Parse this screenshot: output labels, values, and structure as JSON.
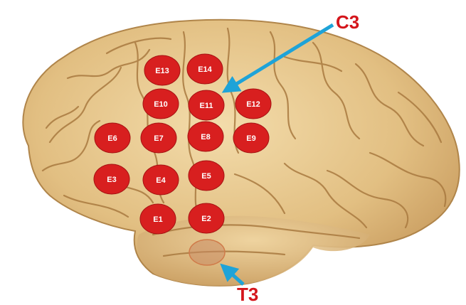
{
  "colors": {
    "brain_fill": "#e2bf82",
    "brain_light": "#f1d7a2",
    "brain_shadow": "#b98c4f",
    "sulcus": "#a97a40",
    "electrode": "#d81f1f",
    "electrode_text": "#ffffff",
    "arrow": "#1ea3d8",
    "callout_text": "#d4151b",
    "t3_marker": "#c98a63"
  },
  "electrodes": [
    {
      "label": "E13"
    },
    {
      "label": "E14"
    },
    {
      "label": "E10"
    },
    {
      "label": "E11"
    },
    {
      "label": "E12"
    },
    {
      "label": "E6"
    },
    {
      "label": "E7"
    },
    {
      "label": "E8"
    },
    {
      "label": "E9"
    },
    {
      "label": "E3"
    },
    {
      "label": "E4"
    },
    {
      "label": "E5"
    },
    {
      "label": "E1"
    },
    {
      "label": "E2"
    }
  ],
  "callouts": {
    "c3": {
      "label": "C3",
      "points_to": "E11"
    },
    "t3": {
      "label": "T3"
    }
  }
}
